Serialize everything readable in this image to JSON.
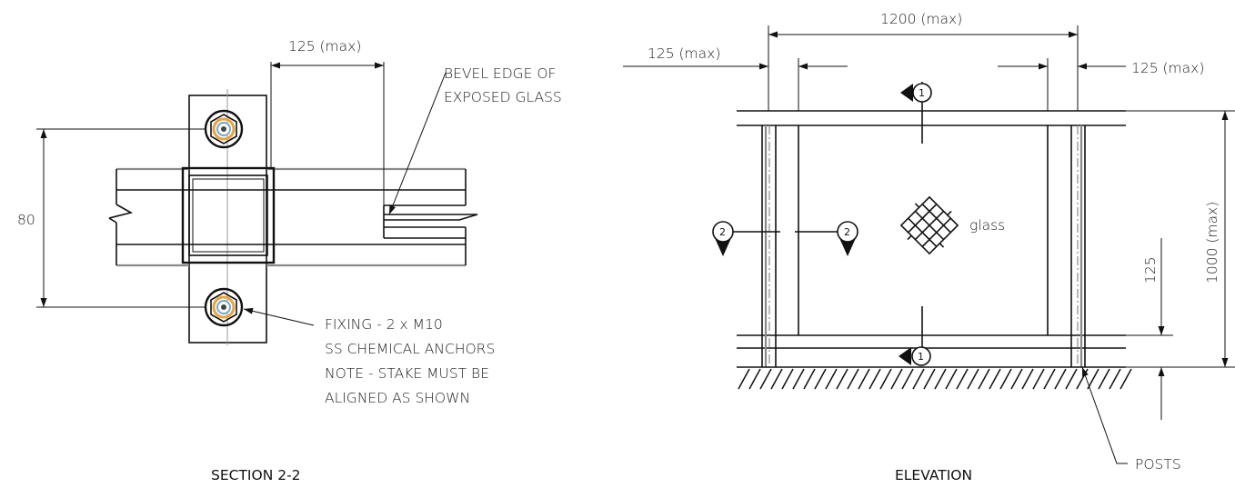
{
  "section": {
    "title": "SECTION 2-2",
    "dim_top": "125 (max)",
    "dim_left": "80",
    "bevel_note": [
      "BEVEL EDGE OF",
      "EXPOSED GLASS"
    ],
    "fixing_note": [
      "FIXING - 2 x M10",
      "SS CHEMICAL ANCHORS",
      "NOTE - STAKE MUST BE",
      "ALIGNED AS SHOWN"
    ],
    "colors": {
      "anchor_ring": "#e8a33a",
      "anchor_core": "#6fa8d8"
    }
  },
  "elevation": {
    "title": "ELEVATION",
    "dim_width": "1200 (max)",
    "dim_left_post": "125 (max)",
    "dim_right_post": "125 (max)",
    "dim_height": "1000 (max)",
    "dim_bottom": "125",
    "glass_label": "glass",
    "posts_label": "POSTS",
    "section_markers": {
      "m1": "1",
      "m2": "2"
    }
  }
}
